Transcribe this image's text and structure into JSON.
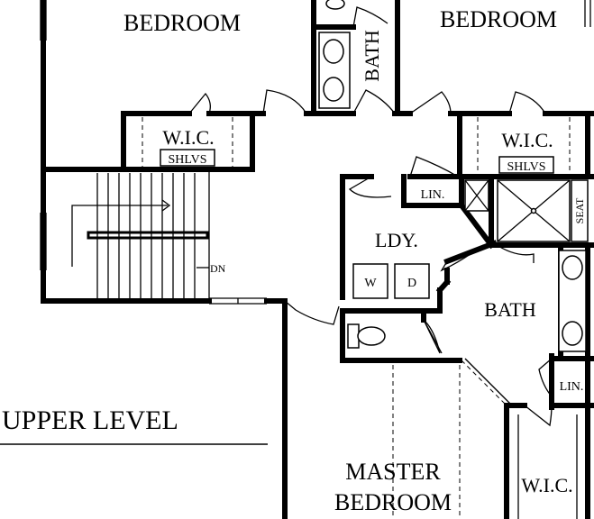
{
  "plan": {
    "title": "UPPER LEVEL",
    "rooms": {
      "bedroom_left": "BEDROOM",
      "bedroom_right": "BEDROOM",
      "bath_top": "BATH",
      "wic_left": "W.I.C.",
      "wic_right": "W.I.C.",
      "shelves_left": "SHLVS",
      "shelves_right": "SHLVS",
      "linen_upper": "LIN.",
      "linen_lower": "LIN.",
      "laundry": "LDY.",
      "washer": "W",
      "dryer": "D",
      "bath_master": "BATH",
      "shower_seat": "SEAT",
      "master_line1": "MASTER",
      "master_line2": "BEDROOM",
      "wic_master": "W.I.C."
    },
    "stair_direction": "DN"
  }
}
